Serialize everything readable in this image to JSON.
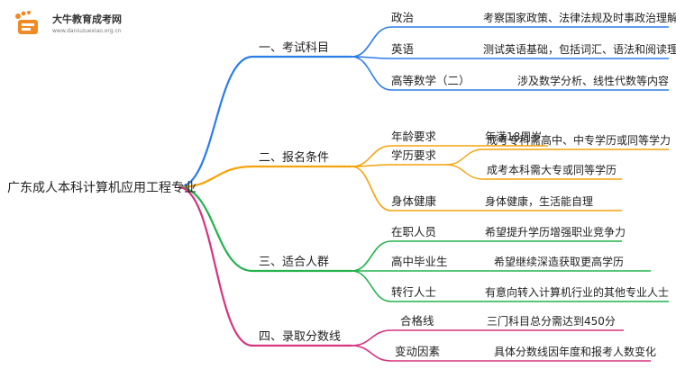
{
  "logo": {
    "title": "大牛教育成考网",
    "url": "www.daniuzuexiao.org.cn"
  },
  "root": {
    "label": "广东成人本科计算机应用工程专业"
  },
  "colors": {
    "branch1": "#2b7de9",
    "branch2": "#f5a30a",
    "branch3": "#22b24c",
    "branch4": "#d6337f",
    "logo_orange": "#f08a24"
  },
  "branches": [
    {
      "label": "一、考试科目",
      "children": [
        {
          "label": "政治",
          "detail": "考察国家政策、法律法规及时事政治理解"
        },
        {
          "label": "英语",
          "detail": "测试英语基础，包括词汇、语法和阅读理解"
        },
        {
          "label": "高等数学（二）",
          "detail": "涉及数学分析、线性代数等内容"
        }
      ]
    },
    {
      "label": "二、报名条件",
      "children": [
        {
          "label": "年龄要求",
          "detail": "年满18周岁"
        },
        {
          "label": "学历要求",
          "details": [
            "成考专科需高中、中专学历或同等学力",
            "成考本科需大专或同等学历"
          ]
        },
        {
          "label": "身体健康",
          "detail": "身体健康，生活能自理"
        }
      ]
    },
    {
      "label": "三、适合人群",
      "children": [
        {
          "label": "在职人员",
          "detail": "希望提升学历增强职业竞争力"
        },
        {
          "label": "高中毕业生",
          "detail": "希望继续深造获取更高学历"
        },
        {
          "label": "转行人士",
          "detail": "有意向转入计算机行业的其他专业人士"
        }
      ]
    },
    {
      "label": "四、录取分数线",
      "children": [
        {
          "label": "合格线",
          "detail": "三门科目总分需达到450分"
        },
        {
          "label": "变动因素",
          "detail": "具体分数线因年度和报考人数变化"
        }
      ]
    }
  ]
}
